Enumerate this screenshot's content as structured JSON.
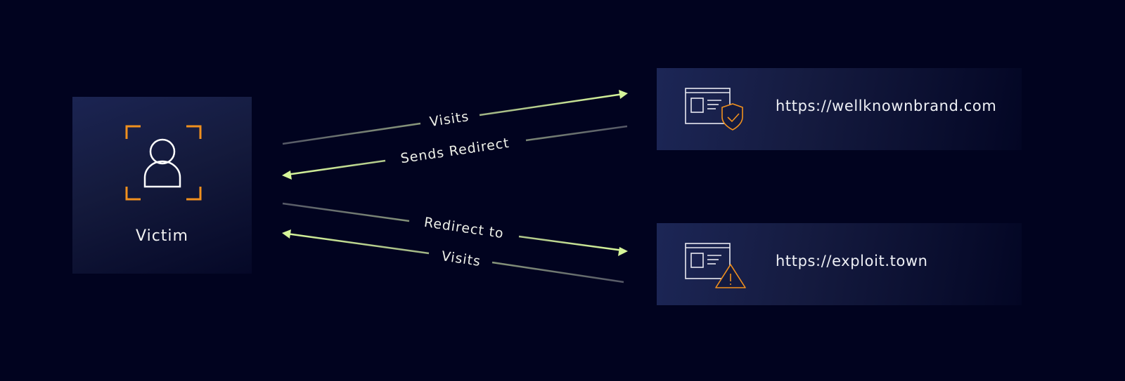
{
  "victim": {
    "label": "Victim",
    "icon": "user-icon"
  },
  "sites": [
    {
      "url": "https://wellknownbrand.com",
      "icon": "browser-shield-check-icon",
      "status": "trusted"
    },
    {
      "url": "https://exploit.town",
      "icon": "browser-warning-icon",
      "status": "malicious"
    }
  ],
  "flows": [
    {
      "label": "Visits",
      "from": "Victim",
      "to": "https://wellknownbrand.com"
    },
    {
      "label": "Sends Redirect",
      "from": "https://wellknownbrand.com",
      "to": "Victim"
    },
    {
      "label": "Redirect to",
      "from": "Victim",
      "to": "https://exploit.town"
    },
    {
      "label": "Visits",
      "from": "https://exploit.town",
      "to": "Victim"
    }
  ],
  "colors": {
    "background": "#01031f",
    "accent": "#f0901e",
    "arrow": "#d6f59a",
    "text": "#f2f2f2"
  }
}
